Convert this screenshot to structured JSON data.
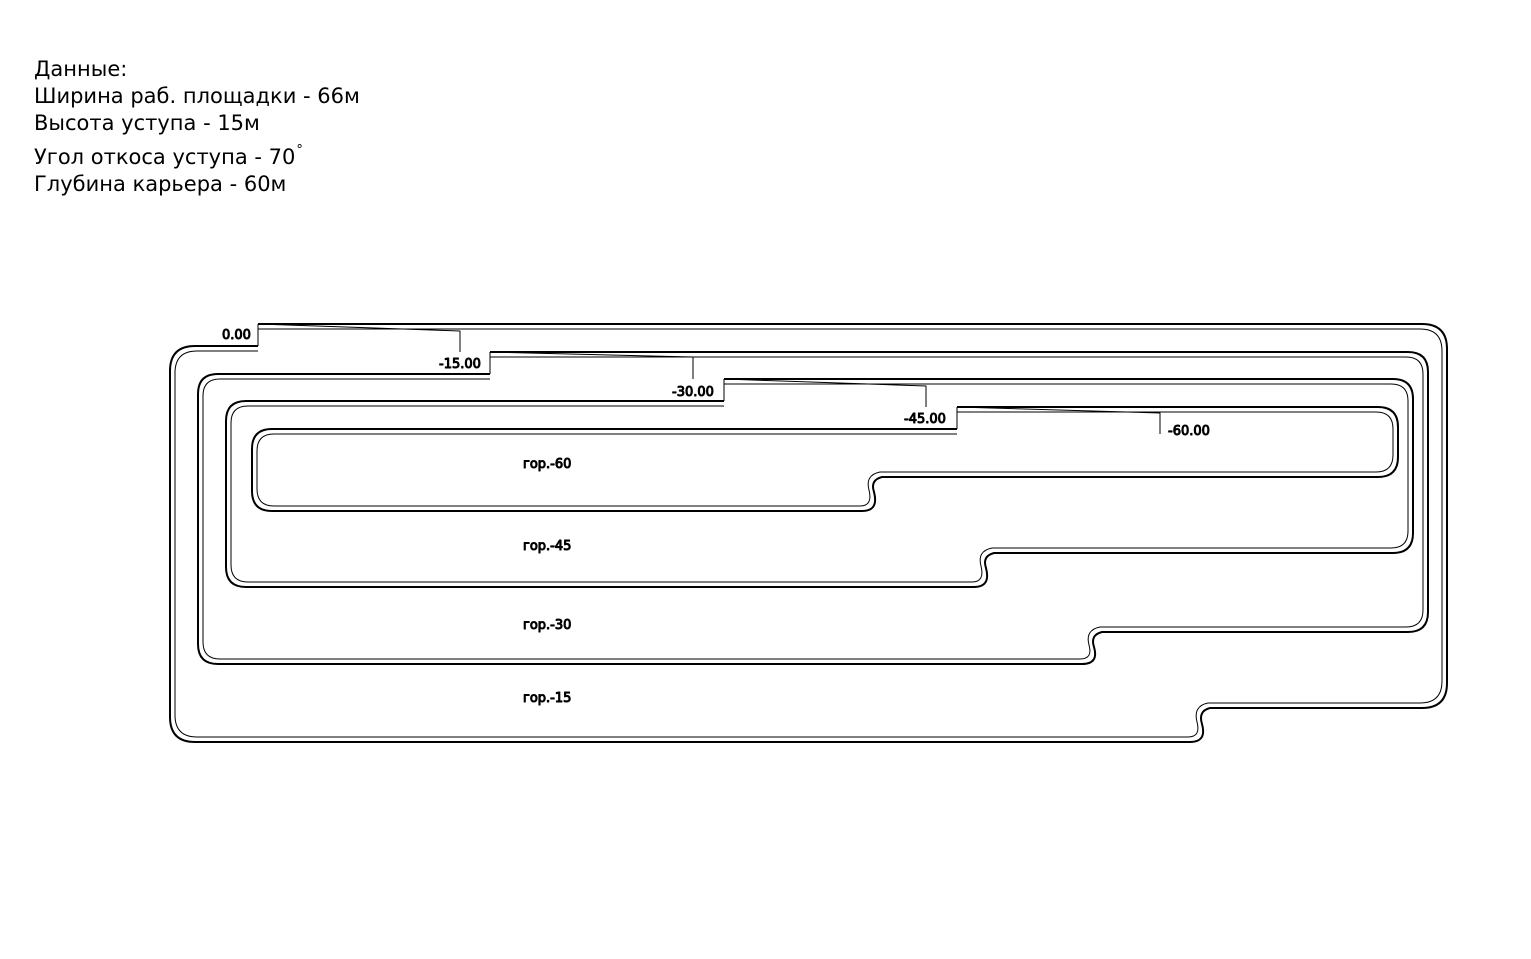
{
  "data_block": {
    "heading": "Данные:",
    "bench_width": "Ширина раб. площадки - 66м",
    "bench_height": "Высота уступа - 15м",
    "slope_angle": "Угол откоса уступа - 70",
    "slope_angle_unit": "°",
    "pit_depth": "Глубина карьера - 60м"
  },
  "elevation_marks": [
    "0.00",
    "-15.00",
    "-30.00",
    "-45.00",
    "-60.00"
  ],
  "horizons": [
    "гор.-60",
    "гор.-45",
    "гор.-30",
    "гор.-15"
  ],
  "colors": {
    "line": "#000000",
    "background": "#ffffff"
  }
}
